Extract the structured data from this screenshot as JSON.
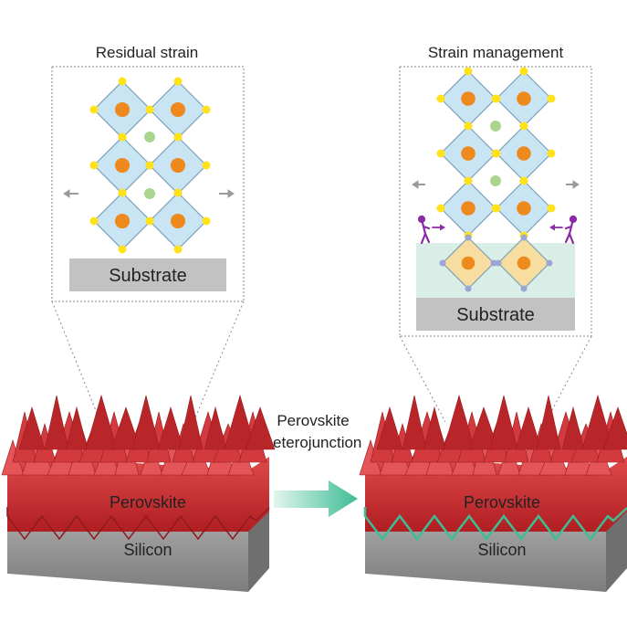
{
  "left_panel": {
    "title": "Residual strain",
    "substrate_label": "Substrate",
    "perovskite_label": "Perovskite",
    "silicon_label": "Silicon",
    "arrow_left": "strain-arrow-left",
    "arrow_right": "strain-arrow-right"
  },
  "right_panel": {
    "title": "Strain management",
    "substrate_label": "Substrate",
    "perovskite_label": "Perovskite",
    "silicon_label": "Silicon"
  },
  "transition": {
    "line1": "Perovskite",
    "line2": "heterojunction"
  },
  "colors": {
    "octahedron_fill": "#c9e4f3",
    "octahedron_stroke": "#7aa0b8",
    "center_atom": "#ee8a1d",
    "corner_atom": "#ffe21a",
    "a_site_atom": "#a9d58f",
    "interlayer_fill": "#f8dda0",
    "interlayer_band": "#d8eee6",
    "interlayer_corner": "#9aa6d6",
    "substrate": "#c2c2c2",
    "perovskite_red": "#c8282c",
    "silicon_gray": "#8f8f8f",
    "transition_arrow": "#3dbd94",
    "force_figure": "#8b2aa6"
  }
}
